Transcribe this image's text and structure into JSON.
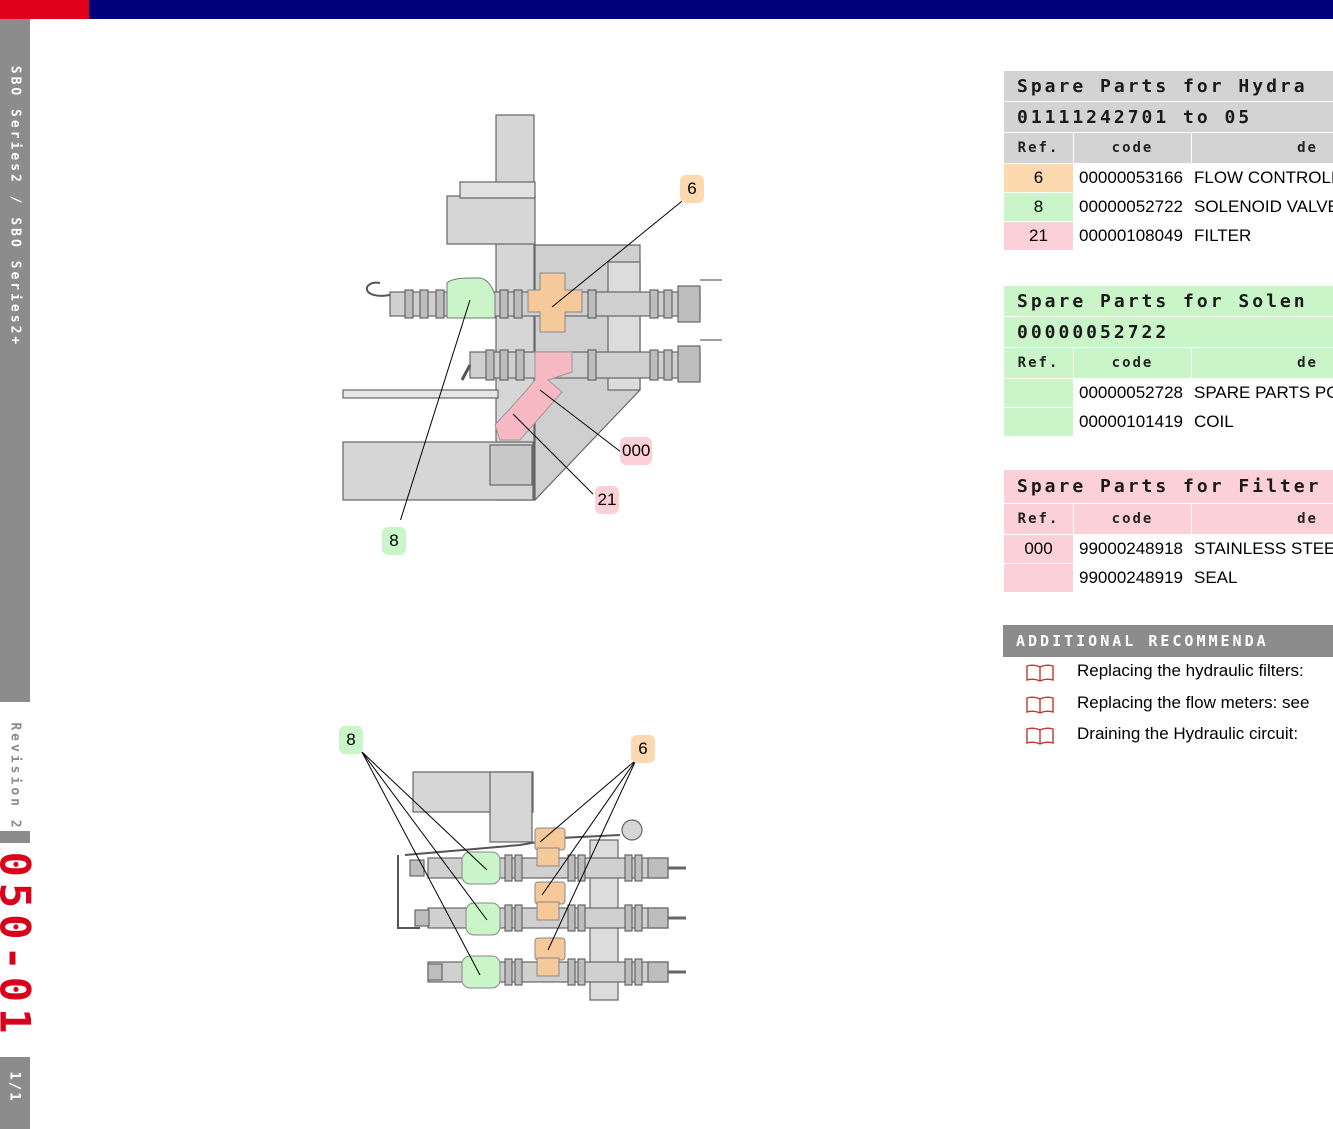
{
  "sidebar": {
    "title": "SBO Series2 / SBO Series2+",
    "revision": "Revision 2",
    "doc_code": "050-01",
    "page": "1/1"
  },
  "callouts": {
    "top": [
      "6",
      "000",
      "21",
      "8"
    ],
    "bottom": [
      "8",
      "6"
    ]
  },
  "tables": [
    {
      "title_line1": "Spare Parts for Hydra",
      "title_line2": "01111242701 to 05",
      "color": "#fdd9b0",
      "headers": [
        "Ref.",
        "code",
        "de"
      ],
      "rows": [
        {
          "ref": "6",
          "code": "00000053166",
          "desc": "FLOW CONTROLL",
          "color": "#fdd9b0"
        },
        {
          "ref": "8",
          "code": "00000052722",
          "desc": "SOLENOID VALVE",
          "color": "#c9f5c9"
        },
        {
          "ref": "21",
          "code": "00000108049",
          "desc": "FILTER",
          "color": "#fbd0d6"
        }
      ]
    },
    {
      "title_line1": "Spare Parts for Solen",
      "title_line2": "00000052722",
      "color": "#c9f5c9",
      "headers": [
        "Ref.",
        "code",
        "de"
      ],
      "rows": [
        {
          "ref": "",
          "code": "00000052728",
          "desc": "SPARE PARTS PO",
          "color": "#c9f5c9"
        },
        {
          "ref": "",
          "code": "00000101419",
          "desc": "COIL",
          "color": "#c9f5c9"
        }
      ]
    },
    {
      "title_line1": "Spare Parts for Filter",
      "title_line2": "",
      "color": "#fbd0d6",
      "headers": [
        "Ref.",
        "code",
        "de"
      ],
      "rows": [
        {
          "ref": "000",
          "code": "99000248918",
          "desc": "STAINLESS STEEL",
          "color": "#fbd0d6"
        },
        {
          "ref": "",
          "code": "99000248919",
          "desc": "SEAL",
          "color": "#fbd0d6"
        }
      ]
    }
  ],
  "recommendations": {
    "title": "ADDITIONAL RECOMMENDA",
    "icon": "book-icon",
    "items": [
      "Replacing the hydraulic filters:",
      "Replacing the flow meters: see",
      "Draining the Hydraulic circuit: "
    ]
  },
  "colors": {
    "top_bar": "#00007a",
    "top_bar_accent": "#e0001a",
    "sidebar": "#8c8c8c",
    "doc_code": "#d8001a"
  }
}
